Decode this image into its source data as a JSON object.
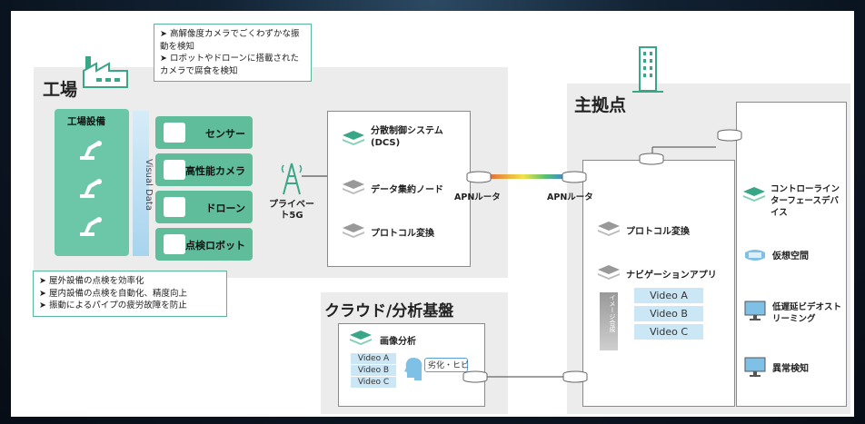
{
  "factory": {
    "title": "工場",
    "equipment_label": "工場設備",
    "visual_data_label": "Visual Data",
    "devices": [
      "センサー",
      "高性能カメラ",
      "ドローン",
      "点検ロボット"
    ],
    "top_note": [
      "➤ 高解像度カメラでごくわずかな振動を検知",
      "➤ ロボットやドローンに搭載されたカメラで腐食を検知"
    ],
    "bottom_note": [
      "➤ 屋外設備の点検を効率化",
      "➤ 屋内設備の点検を自動化、精度向上",
      "➤ 振動によるパイプの疲労故障を防止"
    ]
  },
  "network": {
    "private_5g": "プライベート5G",
    "apn_router_left": "APNルータ",
    "apn_router_right": "APNルータ"
  },
  "factory_server": {
    "items": [
      "分散制御システム(DCS)",
      "データ集約ノード",
      "プロトコル変換"
    ]
  },
  "cloud": {
    "title": "クラウド/分析基盤",
    "image_analysis": "画像分析",
    "videos": [
      "Video A",
      "Video B",
      "Video C"
    ],
    "callout": "劣化・ヒビ"
  },
  "hq": {
    "title": "主拠点",
    "items": [
      "プロトコル変換",
      "ナビゲーションアプリ"
    ],
    "image_compose_label": "イメージ合成",
    "videos": [
      "Video A",
      "Video B",
      "Video C"
    ],
    "right_items": [
      "コントローラインターフェースデバイス",
      "仮想空間",
      "低遅延ビデオストリーミング",
      "異常検知"
    ]
  },
  "colors": {
    "accent_green": "#5fbd9c",
    "video_blue": "#cbe7f6",
    "zone_gray": "#ececec"
  }
}
